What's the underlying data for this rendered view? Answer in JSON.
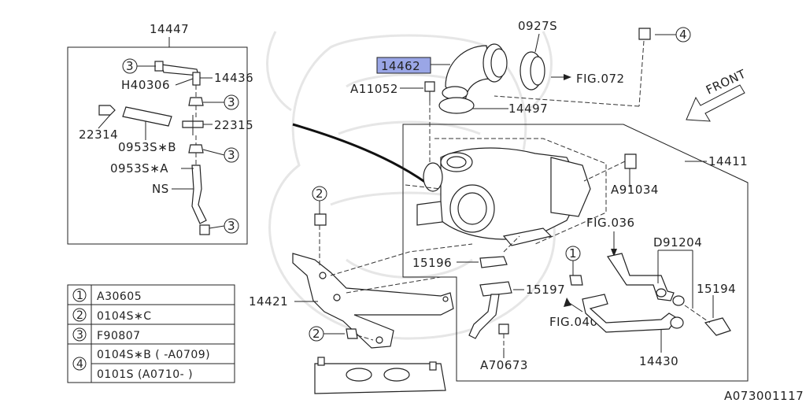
{
  "labels": {
    "p14447": "14447",
    "p14436": "14436",
    "pH40306": "H40306",
    "p22314": "22314",
    "p22315": "22315",
    "p0953SB": "0953S∗B",
    "p0953SA": "0953S∗A",
    "pNS": "NS",
    "p14462": "14462",
    "p0927S": "0927S",
    "fig072": "FIG.072",
    "pA11052": "A11052",
    "p14497": "14497",
    "front": "FRONT",
    "p14411": "14411",
    "pA91034": "A91034",
    "fig036": "FIG.036",
    "pD91204": "D91204",
    "p15196": "15196",
    "p15197": "15197",
    "p15194": "15194",
    "p14421": "14421",
    "fig040": "FIG.040",
    "p14430": "14430",
    "pA70673": "A70673",
    "diagram_id": "A073001117"
  },
  "callouts": {
    "c1": "1",
    "c2": "2",
    "c3": "3",
    "c4": "4"
  },
  "legend": {
    "rows": [
      {
        "num": "1",
        "code": "A30605"
      },
      {
        "num": "2",
        "code": "0104S∗C"
      },
      {
        "num": "3",
        "code": "F90807"
      },
      {
        "num": "4",
        "code": "0104S∗B ( -A0709)",
        "code2": "0101S    (A0710- )"
      }
    ]
  },
  "colors": {
    "highlight": "#9aa6e6",
    "ink": "#222222"
  }
}
